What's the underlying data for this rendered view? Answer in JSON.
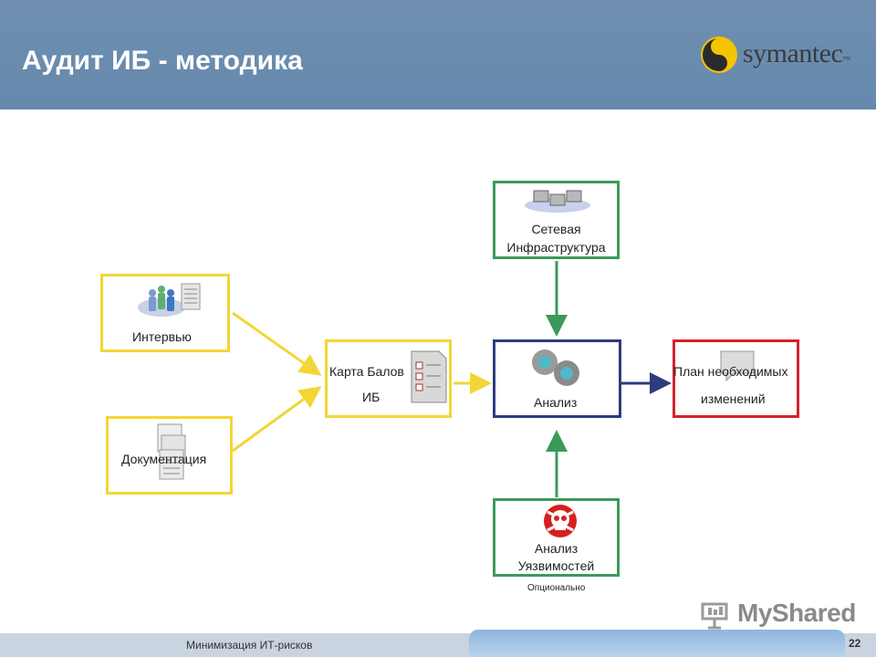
{
  "slide": {
    "title": "Аудит ИБ - методика",
    "footer_text": "Минимизация  ИТ-рисков",
    "page_number": "22"
  },
  "logo": {
    "brand": "symantec",
    "tm": "™"
  },
  "watermark": {
    "text": "MyShared"
  },
  "nodes": {
    "interview": {
      "label": "Интервью",
      "icon": "people-documents-icon"
    },
    "documentation": {
      "label": "Документация",
      "icon": "document-stack-icon"
    },
    "balance_map": {
      "line1": "Карта Балов",
      "line2": "ИБ",
      "icon": "checklist-icon"
    },
    "network": {
      "line1": "Сетевая",
      "line2": "Инфраструктура",
      "icon": "network-icon"
    },
    "analysis": {
      "label": "Анализ",
      "icon": "gears-icon"
    },
    "vulnerability": {
      "line1": "Анализ",
      "line2": "Уязвимостей",
      "note": "Опционально",
      "icon": "skull-icon"
    },
    "plan": {
      "line1": "План необходимых",
      "line2": "изменений",
      "icon": "speech-bubble-icon"
    }
  },
  "colors": {
    "header": "#6589ad",
    "yellow": "#f3d635",
    "green": "#3a9a5a",
    "navy": "#2e3c7e",
    "red": "#d2232a"
  }
}
